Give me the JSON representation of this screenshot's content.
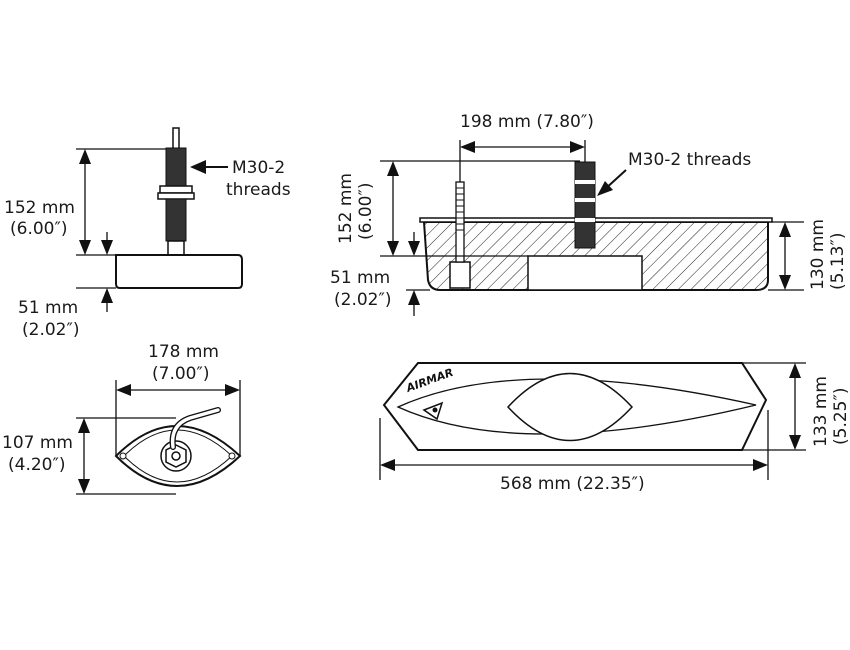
{
  "left_side_view": {
    "height_mm": "152 mm",
    "height_in": "(6.00″)",
    "thread_line1": "M30-2",
    "thread_line2": "threads",
    "base_mm": "51 mm",
    "base_in": "(2.02″)"
  },
  "left_bottom_view": {
    "width_mm": "178 mm",
    "width_in": "(7.00″)",
    "depth_mm": "107 mm",
    "depth_in": "(4.20″)"
  },
  "right_side_view": {
    "spacing": "198 mm (7.80″)",
    "threads": "M30-2 threads",
    "height_mm": "152 mm",
    "height_in": "(6.00″)",
    "base_mm": "51 mm",
    "base_in": "(2.02″)",
    "depth_mm": "130 mm",
    "depth_in": "(5.13″)"
  },
  "right_bottom_view": {
    "brand": "AIRMAR",
    "width_mm": "133 mm",
    "width_in": "(5.25″)",
    "length": "568 mm (22.35″)"
  }
}
